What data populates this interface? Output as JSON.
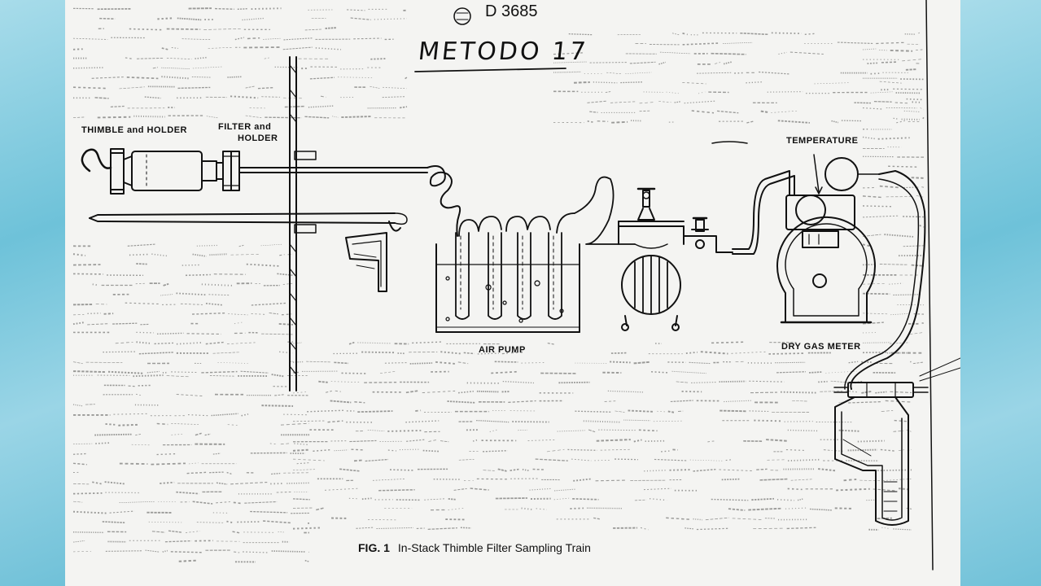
{
  "header": {
    "code": "D 3685",
    "handwritten": "METODO 17"
  },
  "labels": {
    "thimble_holder": "THIMBLE and HOLDER",
    "filter_holder_line1": "FILTER and",
    "filter_holder_line2": "HOLDER",
    "temperature": "TEMPERATURE",
    "air_pump": "AIR PUMP",
    "dry_gas_meter": "DRY GAS METER"
  },
  "caption": {
    "figure": "FIG. 1",
    "title": "In-Stack Thimble Filter Sampling Train"
  },
  "colors": {
    "ink": "#111111",
    "paper": "#f4f4f2",
    "background": "#79c5db"
  }
}
